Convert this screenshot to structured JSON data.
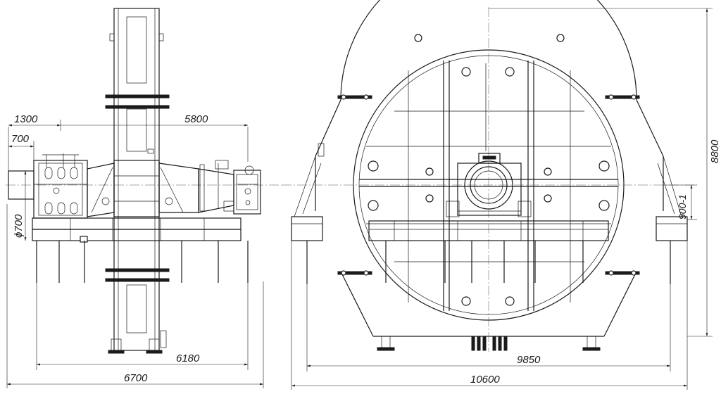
{
  "drawing": {
    "side_view": {
      "dim_top_left": "1300",
      "dim_top_right": "5800",
      "dim_flange": "700",
      "dim_shaft_diameter": "ϕ700",
      "dim_inner_width": "6180",
      "dim_overall_width": "6700"
    },
    "front_view": {
      "dim_height": "8800",
      "dim_shaft_height": "900-1",
      "dim_inner_width": "9850",
      "dim_overall_width": "10600"
    }
  }
}
